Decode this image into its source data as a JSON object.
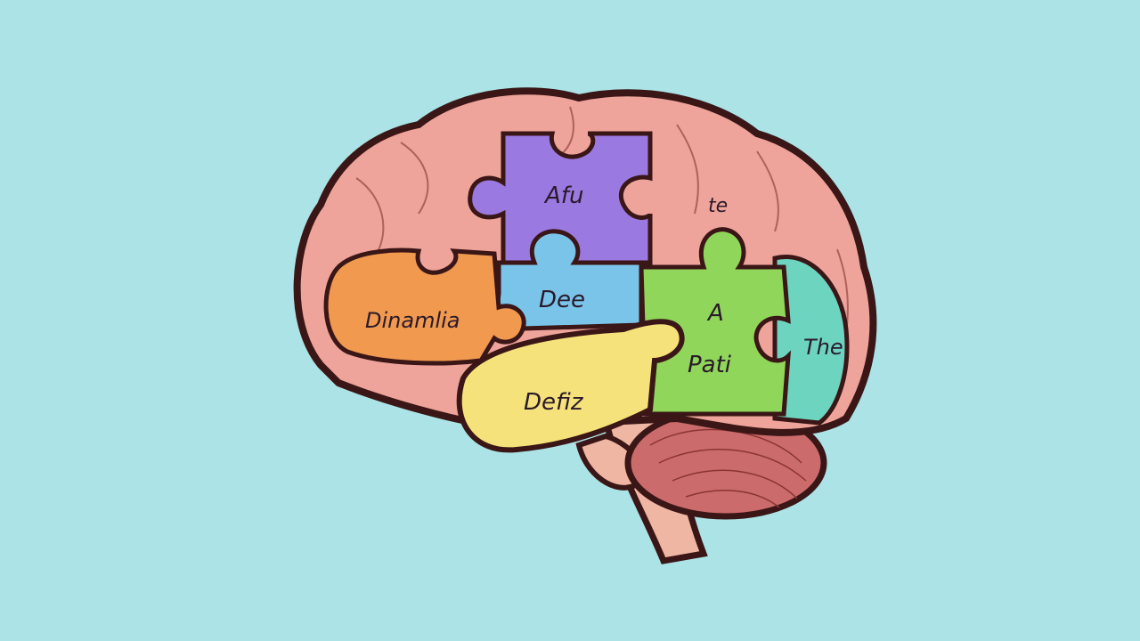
{
  "scene": {
    "description": "Cartoon brain illustration composed of colorful puzzle pieces on a light teal background",
    "background_color": "#abe3e6",
    "outline_color": "#3a1616"
  },
  "regions": {
    "purple": {
      "label": "Afu",
      "color": "#9a7ae0"
    },
    "top_right": {
      "label": "te",
      "color": "#eb9a93"
    },
    "blue": {
      "label": "Dee",
      "color": "#7ac4ea"
    },
    "orange": {
      "label": "Dinamlia",
      "color": "#f0994f"
    },
    "green": {
      "label_top": "A",
      "label_bottom": "Pati",
      "color": "#90d65a"
    },
    "teal": {
      "label": "The",
      "color": "#6dd4c0"
    },
    "yellow": {
      "label": "Defiz",
      "color": "#f6e27a"
    },
    "cerebellum": {
      "color": "#cc6b6b"
    },
    "brainstem": {
      "color": "#f0b6a4"
    },
    "cortex": {
      "color": "#eea49a"
    }
  }
}
